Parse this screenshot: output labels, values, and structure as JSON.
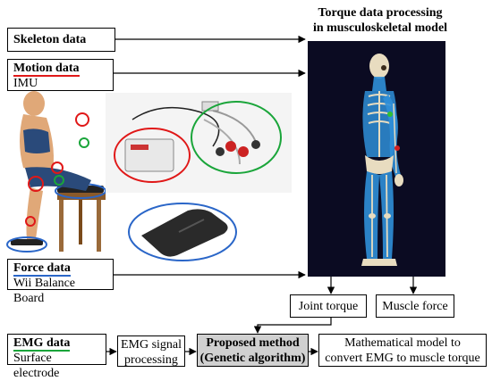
{
  "title": {
    "line1": "Torque data processing",
    "line2": "in musculoskeletal model"
  },
  "skeleton": {
    "label": "Skeleton data"
  },
  "motion": {
    "heading": "Motion data",
    "sub": "IMU"
  },
  "force": {
    "heading": "Force data",
    "sub": "Wii Balance Board"
  },
  "emg": {
    "heading": "EMG data",
    "sub": "Surface electrode"
  },
  "processing": {
    "line1": "EMG signal",
    "line2": "processing"
  },
  "proposed": {
    "line1": "Proposed method",
    "line2": "(Genetic algorithm)"
  },
  "math_model": {
    "line1": "Mathematical model to",
    "line2": "convert EMG to muscle torque"
  },
  "joint_torque": {
    "label": "Joint torque"
  },
  "muscle_force": {
    "label": "Muscle force"
  },
  "colors": {
    "motion": "#e01818",
    "force": "#2a66c8",
    "emg": "#1aa53a",
    "proposed_bg": "#d0d0d0",
    "model_bg": "#0b0b22",
    "muscle": "#2f8fd8"
  }
}
